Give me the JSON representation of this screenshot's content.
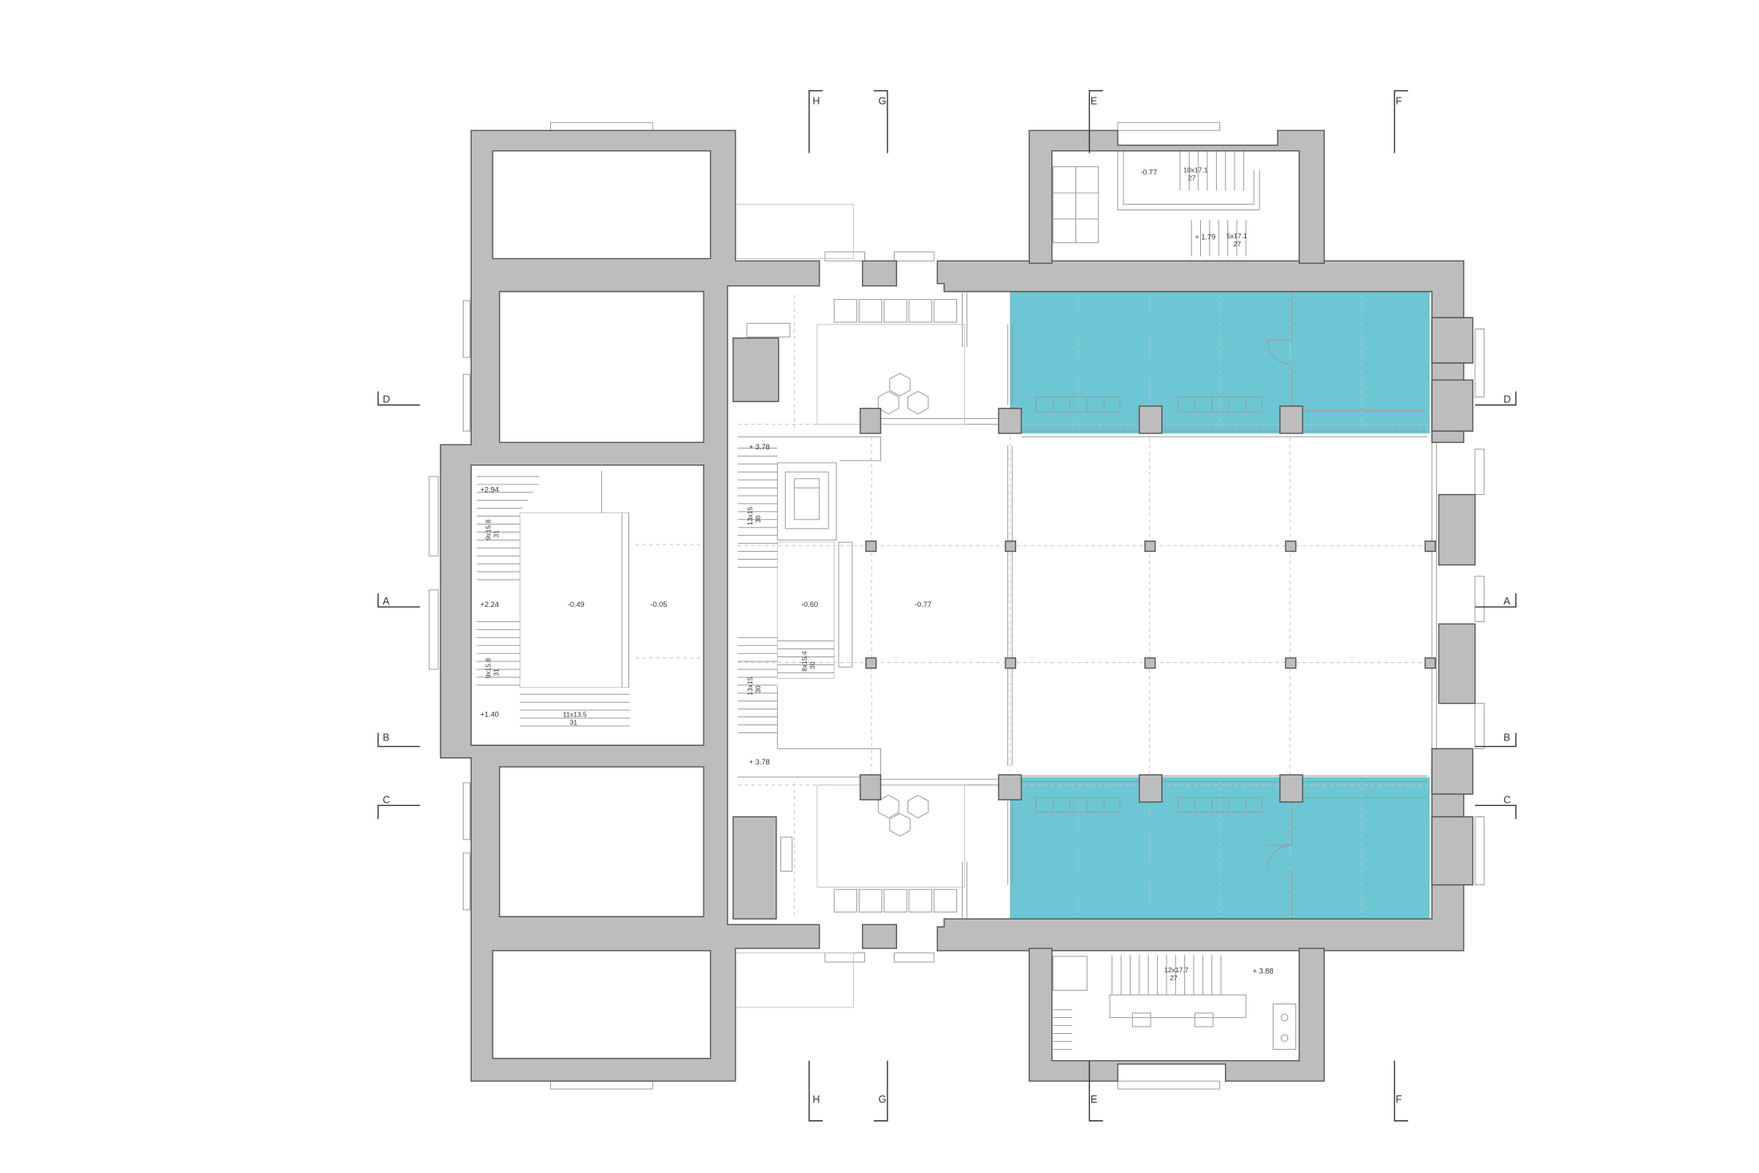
{
  "colors": {
    "background": "#ffffff",
    "wall_fill": "#bdbdbd",
    "wall_stroke": "#555555",
    "highlight": "#6cc6d4",
    "linework": "#9a9a9a",
    "dashed": "#c4c4c4",
    "text": "#333333"
  },
  "section_markers": {
    "top": [
      "H",
      "G",
      "E",
      "F"
    ],
    "bottom": [
      "H",
      "G",
      "E",
      "F"
    ],
    "left": [
      "D",
      "A",
      "B",
      "C"
    ],
    "right": [
      "D",
      "A",
      "B",
      "C"
    ]
  },
  "elevations": {
    "top_stair_upper": "-0.77",
    "top_stair_lower": "+ 1.79",
    "corridor_upper": "+ 3.78",
    "corridor_lower": "+ 3.78",
    "hall_center": "-0.77",
    "foyer": "-0.60",
    "west_stair_top": "+2.94",
    "west_stair_mid": "+2.24",
    "west_stair_bottom": "+1.40",
    "west_room_a": "-0.49",
    "west_room_b": "-0.05",
    "bottom_stair": "+ 3.88"
  },
  "stair_notes": {
    "top_flight_1": "10x17.1",
    "top_flight_1_n": "27",
    "top_flight_2": "5x17.1",
    "top_flight_2_n": "27",
    "west_flight_1": "9x15.8",
    "west_flight_1_n": "31",
    "west_flight_2": "9x15.8",
    "west_flight_2_n": "31",
    "west_flight_3": "11x13.5",
    "west_flight_3_n": "31",
    "central_flight_1": "13x15",
    "central_flight_1_n": "30",
    "central_flight_2": "13x15",
    "central_flight_2_n": "30",
    "central_flight_3": "8x15.4",
    "central_flight_3_n": "30",
    "bottom_flight": "12x17.7",
    "bottom_flight_n": "27"
  }
}
